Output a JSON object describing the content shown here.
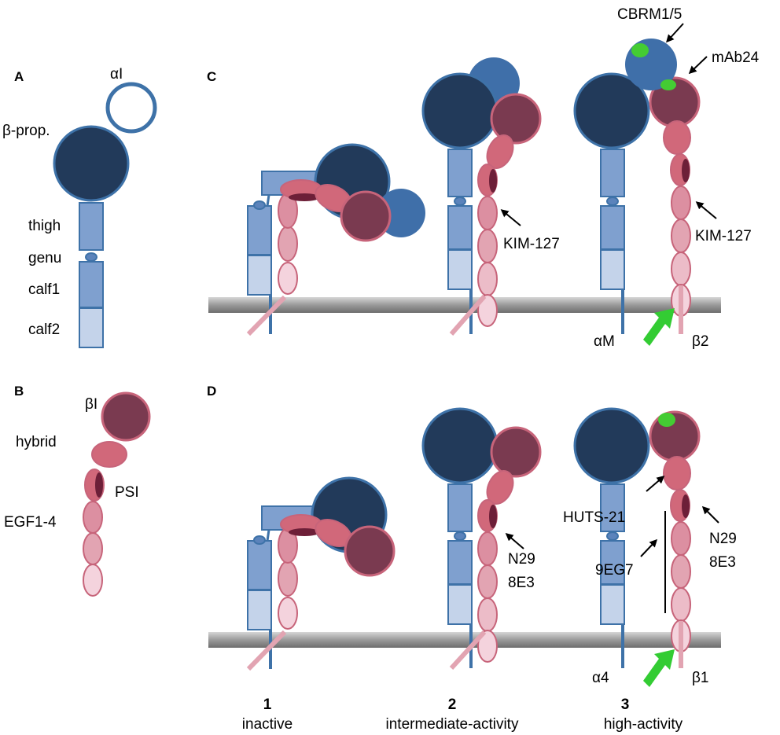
{
  "panels": {
    "a": "A",
    "b": "B",
    "c": "C",
    "d": "D"
  },
  "alpha_labels": {
    "alpha_i": "αI",
    "beta_prop": "β-prop.",
    "thigh": "thigh",
    "genu": "genu",
    "calf1": "calf1",
    "calf2": "calf2"
  },
  "beta_labels": {
    "beta_i": "βI",
    "hybrid": "hybrid",
    "psi": "PSI",
    "egf": "EGF1-4"
  },
  "antibodies": {
    "cbrm": "CBRM1/5",
    "mab24": "mAb24",
    "kim127_c2": "KIM-127",
    "kim127_c3": "KIM-127",
    "huts21": "HUTS-21",
    "n29_d2": "N29",
    "e3_d2": "8E3",
    "n29_d3": "N29",
    "e3_d3": "8E3",
    "eg7": "9EG7"
  },
  "chains": {
    "alpha_m": "αM",
    "beta2": "β2",
    "alpha4": "α4",
    "beta1": "β1"
  },
  "states": [
    {
      "num": "1",
      "label": "inactive"
    },
    {
      "num": "2",
      "label": "intermediate-activity"
    },
    {
      "num": "3",
      "label": "high-activity"
    }
  ],
  "colors": {
    "propeller": "#223a5a",
    "propeller_edge": "#3e72a8",
    "ai_domain": "#3f6fa9",
    "thigh": "#7fa0cf",
    "calf2": "#c4d3ea",
    "beta_i": "#7a3a50",
    "hybrid": "#d1687a",
    "psi_dark": "#6d1f38",
    "egf_pink": "#e2a4b2",
    "membrane": "#9c9c9c",
    "activation_arrow": "#33cc33",
    "epitope": "#44cc33"
  }
}
